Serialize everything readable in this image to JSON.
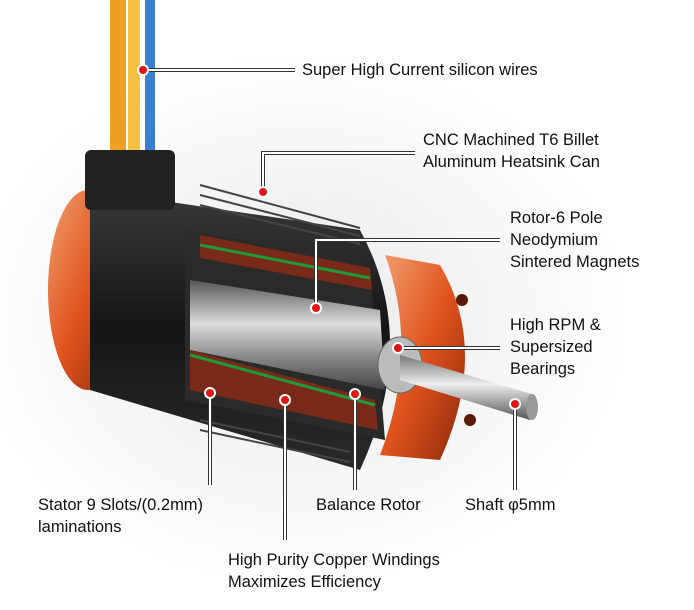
{
  "title": "Brushless motor component callouts",
  "callouts": {
    "wires": {
      "lines": [
        "Super High Current silicon wires"
      ]
    },
    "heatsink": {
      "lines": [
        "CNC Machined T6 Billet",
        "Aluminum Heatsink Can"
      ]
    },
    "rotor": {
      "lines": [
        "Rotor-6 Pole",
        "Neodymium",
        "Sintered Magnets"
      ]
    },
    "bearings": {
      "lines": [
        "High RPM &",
        "Supersized",
        "Bearings"
      ]
    },
    "stator": {
      "lines": [
        "Stator 9 Slots/(0.2mm)",
        "laminations"
      ]
    },
    "copper": {
      "lines": [
        "High Purity Copper Windings",
        "Maximizes Efficiency"
      ]
    },
    "balance": {
      "lines": [
        "Balance Rotor"
      ]
    },
    "shaft": {
      "lines": [
        "Shaft φ5mm"
      ]
    }
  },
  "colors": {
    "accent_orange": "#e0531f",
    "dot_red": "#e01515",
    "body": "#1c1c1c",
    "copper": "#7a2a18",
    "green_insulation": "#1f9a3a"
  }
}
